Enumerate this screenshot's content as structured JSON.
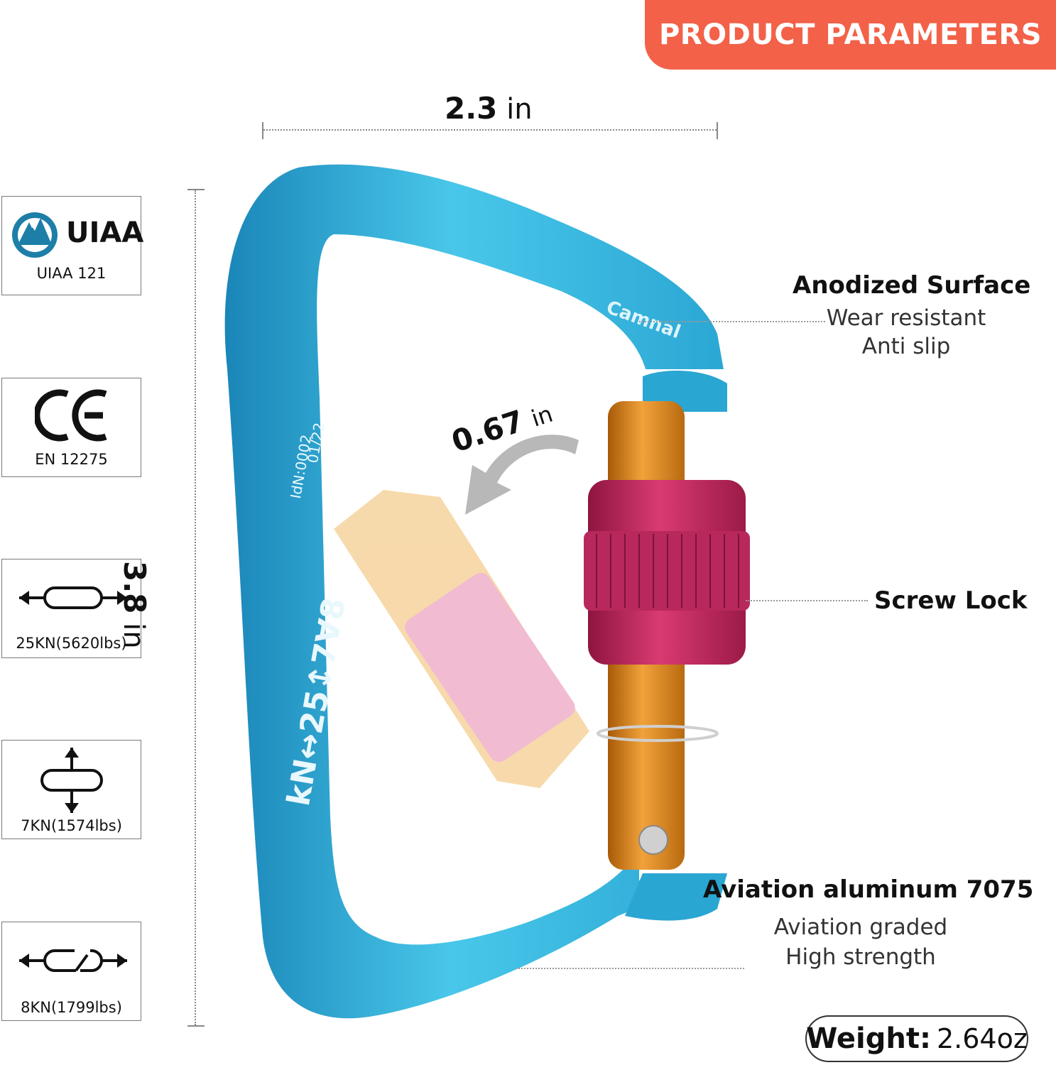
{
  "banner": {
    "title": "PRODUCT PARAMETERS"
  },
  "certifications": [
    {
      "icon": "uiaa-mountain-icon",
      "logo_text": "UIAA",
      "caption": "UIAA 121"
    },
    {
      "icon": "ce-mark-icon",
      "logo_text": "CE",
      "caption": "EN 12275"
    },
    {
      "icon": "major-axis-strength-icon",
      "caption": "25KN(5620lbs)"
    },
    {
      "icon": "minor-axis-strength-icon",
      "caption": "7KN(1574lbs)"
    },
    {
      "icon": "gate-open-strength-icon",
      "caption": "8KN(1799lbs)"
    }
  ],
  "dimensions": {
    "width": {
      "value": "2.3",
      "unit": "in"
    },
    "height": {
      "value": "3.8",
      "unit": "in"
    },
    "gate_opening": {
      "value": "0.67",
      "unit": "in"
    }
  },
  "carabiner": {
    "engraving_main": "kN↔25↕7∀8",
    "engraving_id": "IdN:0002",
    "engraving_date": "01/22",
    "brand": "Camnal",
    "colors": {
      "frame": "#3fbfe0",
      "gate": "#e08a14",
      "sleeve": "#c8245a"
    }
  },
  "features": [
    {
      "title": "Anodized Surface",
      "lines": [
        "Wear resistant",
        "Anti slip"
      ]
    },
    {
      "title": "Screw Lock",
      "lines": []
    },
    {
      "title": "Aviation aluminum 7075",
      "lines": [
        "Aviation graded",
        "High strength"
      ]
    }
  ],
  "weight": {
    "label": "Weight:",
    "value": "2.64oz"
  },
  "accent_color": "#f26148"
}
